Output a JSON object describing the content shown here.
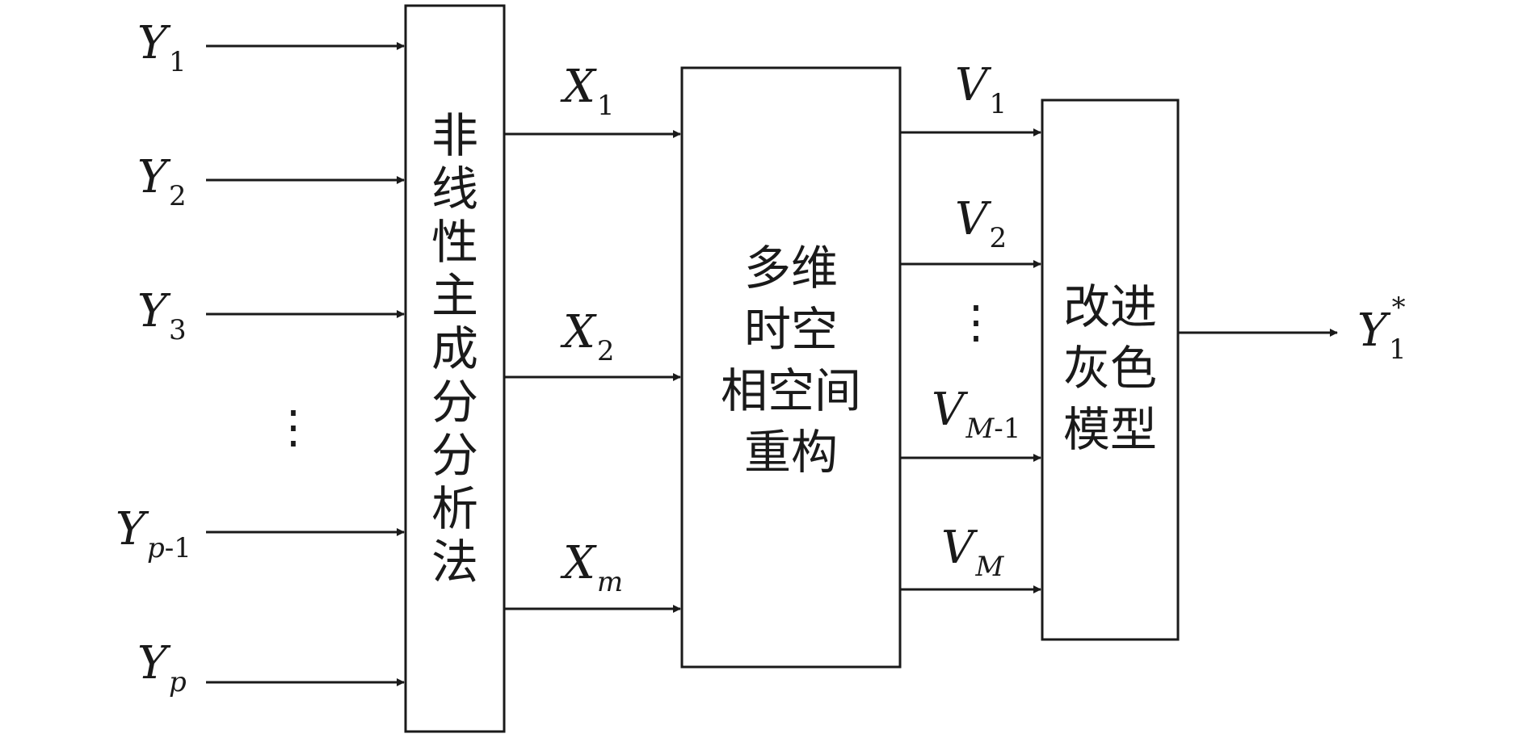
{
  "inputs": {
    "y1": {
      "base": "Y",
      "sub": "1"
    },
    "y2": {
      "base": "Y",
      "sub": "2"
    },
    "y3": {
      "base": "Y",
      "sub": "3"
    },
    "ydots": "⋮",
    "yp1": {
      "base": "Y",
      "sub_var": "p",
      "sub_rest": "-1"
    },
    "yp": {
      "base": "Y",
      "sub_var": "p"
    }
  },
  "block_kpca": {
    "chars": [
      "非",
      "线",
      "性",
      "主",
      "成",
      "分",
      "分",
      "析",
      "法"
    ]
  },
  "intermediate_x": {
    "x1": {
      "base": "X",
      "sub": "1"
    },
    "x2": {
      "base": "X",
      "sub": "2"
    },
    "xm": {
      "base": "X",
      "sub_var": "m"
    }
  },
  "block_reconstruct": {
    "lines": [
      "多维",
      "时空",
      "相空间",
      "重构"
    ]
  },
  "intermediate_v": {
    "v1": {
      "base": "V",
      "sub": "1"
    },
    "v2": {
      "base": "V",
      "sub": "2"
    },
    "vdots": "⋮",
    "vm1": {
      "base": "V",
      "sub_var": "M",
      "sub_rest": "-1"
    },
    "vm": {
      "base": "V",
      "sub_var": "M"
    }
  },
  "block_grey": {
    "lines": [
      "改进",
      "灰色",
      "模型"
    ]
  },
  "output": {
    "base": "Y",
    "sub": "1",
    "sup": "*"
  }
}
